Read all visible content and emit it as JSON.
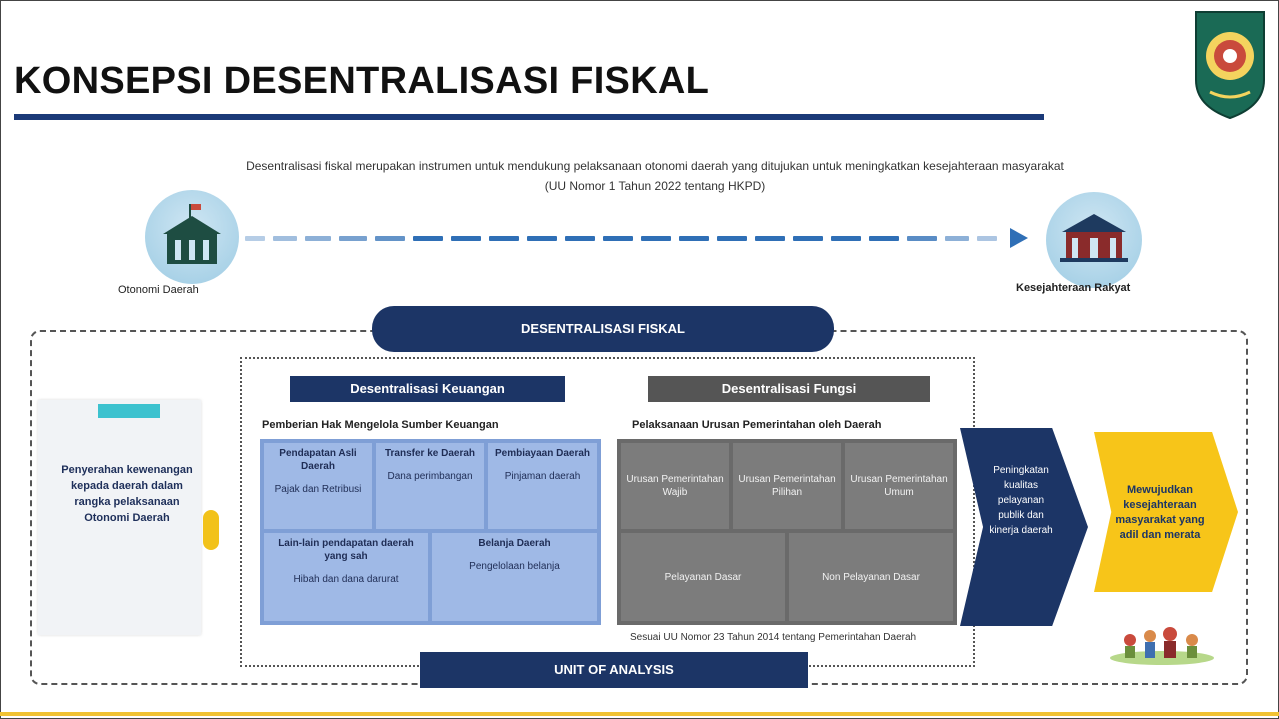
{
  "slide": {
    "title": "KONSEPSI DESENTRALISASI FISKAL",
    "intro_line1": "Desentralisasi fiskal merupakan instrumen untuk mendukung pelaksanaan otonomi daerah yang ditujukan untuk meningkatkan kesejahteraan masyarakat",
    "intro_line2": "(UU Nomor 1 Tahun 2022 tentang HKPD)",
    "left_circle_label": "Otonomi Daerah",
    "right_circle_label": "Kesejahteraan Rakyat",
    "top_pill": "DESENTRALISASI FISKAL",
    "bottom_bar": "UNIT OF ANALYSIS",
    "left_card": {
      "text": "Penyerahan kewenangan kepada daerah dalam rangka pelaksanaan Otonomi Daerah"
    },
    "blue_section": {
      "header": "Desentralisasi Keuangan",
      "subheader": "Pemberian Hak Mengelola Sumber Keuangan",
      "cells": [
        {
          "title": "Pendapatan Asli Daerah",
          "sub": "Pajak dan Retribusi"
        },
        {
          "title": "Transfer ke Daerah",
          "sub": "Dana perimbangan"
        },
        {
          "title": "Pembiayaan Daerah",
          "sub": "Pinjaman daerah"
        },
        {
          "title": "Lain-lain pendapatan daerah yang sah",
          "sub": "Hibah dan dana darurat"
        },
        {
          "title": "Belanja Daerah",
          "sub": "Pengelolaan belanja"
        }
      ]
    },
    "gray_section": {
      "header": "Desentralisasi Fungsi",
      "subheader": "Pelaksanaan Urusan Pemerintahan oleh Daerah",
      "cells": [
        {
          "text": "Urusan Pemerintahan Wajib"
        },
        {
          "text": "Urusan Pemerintahan Pilihan"
        },
        {
          "text": "Urusan Pemerintahan Umum"
        },
        {
          "text": "Pelayanan Dasar"
        },
        {
          "text": "Non Pelayanan Dasar"
        }
      ],
      "footnote": "Sesuai UU Nomor 23 Tahun 2014 tentang Pemerintahan Daerah"
    },
    "chevron_blue_text": "Peningkatan kualitas pelayanan publik dan kinerja daerah",
    "chevron_yellow_text": "Mewujudkan kesejahteraan masyarakat yang adil dan merata",
    "colors": {
      "navy": "#1c3566",
      "blue_panel": "#7f9fd6",
      "gray_panel": "#6a6a6a",
      "yellow": "#f7c519",
      "teal": "#3cc2cf"
    }
  }
}
